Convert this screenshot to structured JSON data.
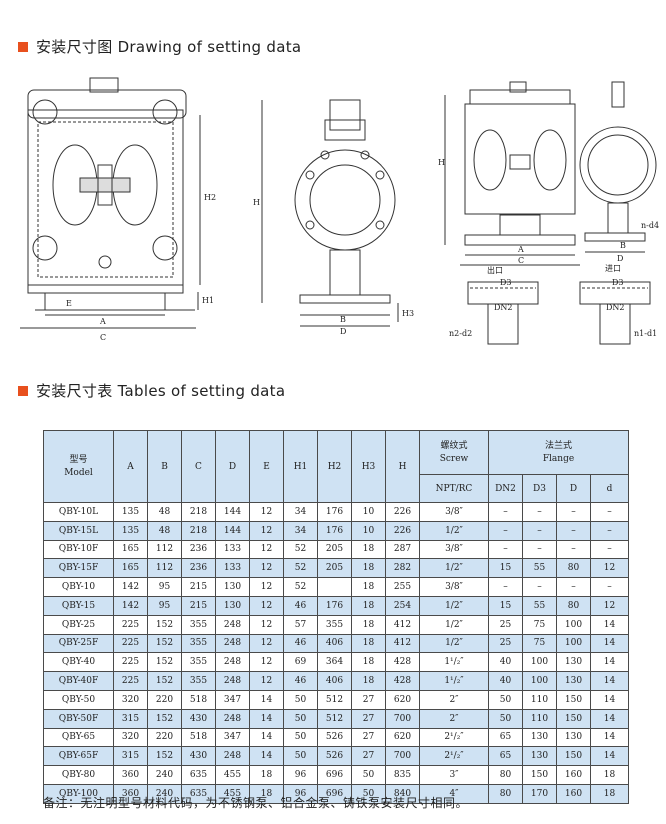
{
  "section1": {
    "title": "安装尺寸图 Drawing of setting data"
  },
  "section2": {
    "title": "安装尺寸表 Tables of setting data"
  },
  "drawing_labels": {
    "A": "A",
    "B": "B",
    "C": "C",
    "D": "D",
    "E": "E",
    "H": "H",
    "H1": "H1",
    "H2": "H2",
    "H3": "H3",
    "D3": "D3",
    "DN2": "DN2",
    "n2d2": "n2-d2",
    "n1d1": "n1-d1",
    "nd4": "n-d4",
    "outlet": "出口",
    "inlet": "进口"
  },
  "table": {
    "header": {
      "model_cn": "型号",
      "model_en": "Model",
      "cols": [
        "A",
        "B",
        "C",
        "D",
        "E",
        "H1",
        "H2",
        "H3",
        "H"
      ],
      "screw_cn": "螺纹式",
      "screw_en": "Screw",
      "screw_sub": "NPT/RC",
      "flange_cn": "法兰式",
      "flange_en": "Flange",
      "flange_cols": [
        "DN2",
        "D3",
        "D",
        "d"
      ]
    },
    "rows": [
      [
        "QBY-10L",
        "135",
        "48",
        "218",
        "144",
        "12",
        "34",
        "176",
        "10",
        "226",
        "3/8″",
        "–",
        "–",
        "–",
        "–"
      ],
      [
        "QBY-15L",
        "135",
        "48",
        "218",
        "144",
        "12",
        "34",
        "176",
        "10",
        "226",
        "1/2″",
        "–",
        "–",
        "–",
        "–"
      ],
      [
        "QBY-10F",
        "165",
        "112",
        "236",
        "133",
        "12",
        "52",
        "205",
        "18",
        "287",
        "3/8″",
        "–",
        "–",
        "–",
        "–"
      ],
      [
        "QBY-15F",
        "165",
        "112",
        "236",
        "133",
        "12",
        "52",
        "205",
        "18",
        "282",
        "1/2″",
        "15",
        "55",
        "80",
        "12"
      ],
      [
        "QBY-10",
        "142",
        "95",
        "215",
        "130",
        "12",
        "52",
        "",
        "18",
        "255",
        "3/8″",
        "–",
        "–",
        "–",
        "–"
      ],
      [
        "QBY-15",
        "142",
        "95",
        "215",
        "130",
        "12",
        "46",
        "176",
        "18",
        "254",
        "1/2″",
        "15",
        "55",
        "80",
        "12"
      ],
      [
        "QBY-25",
        "225",
        "152",
        "355",
        "248",
        "12",
        "57",
        "355",
        "18",
        "412",
        "1/2″",
        "25",
        "75",
        "100",
        "14"
      ],
      [
        "QBY-25F",
        "225",
        "152",
        "355",
        "248",
        "12",
        "46",
        "406",
        "18",
        "412",
        "1/2″",
        "25",
        "75",
        "100",
        "14"
      ],
      [
        "QBY-40",
        "225",
        "152",
        "355",
        "248",
        "12",
        "69",
        "364",
        "18",
        "428",
        "1¹/₂″",
        "40",
        "100",
        "130",
        "14"
      ],
      [
        "QBY-40F",
        "225",
        "152",
        "355",
        "248",
        "12",
        "46",
        "406",
        "18",
        "428",
        "1¹/₂″",
        "40",
        "100",
        "130",
        "14"
      ],
      [
        "QBY-50",
        "320",
        "220",
        "518",
        "347",
        "14",
        "50",
        "512",
        "27",
        "620",
        "2″",
        "50",
        "110",
        "150",
        "14"
      ],
      [
        "QBY-50F",
        "315",
        "152",
        "430",
        "248",
        "14",
        "50",
        "512",
        "27",
        "700",
        "2″",
        "50",
        "110",
        "150",
        "14"
      ],
      [
        "QBY-65",
        "320",
        "220",
        "518",
        "347",
        "14",
        "50",
        "526",
        "27",
        "620",
        "2¹/₂″",
        "65",
        "130",
        "130",
        "14"
      ],
      [
        "QBY-65F",
        "315",
        "152",
        "430",
        "248",
        "14",
        "50",
        "526",
        "27",
        "700",
        "2¹/₂″",
        "65",
        "130",
        "150",
        "14"
      ],
      [
        "QBY-80",
        "360",
        "240",
        "635",
        "455",
        "18",
        "96",
        "696",
        "50",
        "835",
        "3″",
        "80",
        "150",
        "160",
        "18"
      ],
      [
        "QBY-100",
        "360",
        "240",
        "635",
        "455",
        "18",
        "96",
        "696",
        "50",
        "840",
        "4″",
        "80",
        "170",
        "160",
        "18"
      ]
    ]
  },
  "footnote": "备注：无注明型号材料代码，为不锈钢泵、铝合金泵、铸铁泵安装尺寸相同。"
}
